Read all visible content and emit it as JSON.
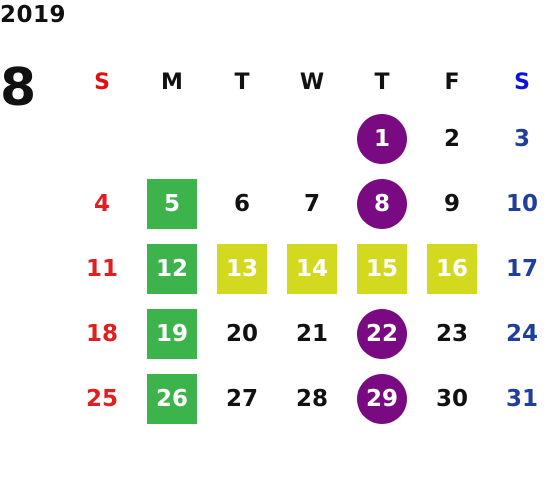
{
  "year": "2019",
  "month": "8",
  "colors": {
    "sunday": "#e02020",
    "saturday": "#1f3f9a",
    "weekday": "#111111",
    "sunday_header": "#e01010",
    "saturday_header": "#1010e0",
    "circle": "#7a0a82",
    "green": "#3cb44b",
    "yellow": "#d2d91f"
  },
  "weekdays": [
    "S",
    "M",
    "T",
    "W",
    "T",
    "F",
    "S"
  ],
  "weeks": [
    [
      {
        "day": ""
      },
      {
        "day": ""
      },
      {
        "day": ""
      },
      {
        "day": ""
      },
      {
        "day": "1",
        "mark": "circle"
      },
      {
        "day": "2"
      },
      {
        "day": "3"
      }
    ],
    [
      {
        "day": "4"
      },
      {
        "day": "5",
        "mark": "green"
      },
      {
        "day": "6"
      },
      {
        "day": "7"
      },
      {
        "day": "8",
        "mark": "circle"
      },
      {
        "day": "9"
      },
      {
        "day": "10"
      }
    ],
    [
      {
        "day": "11"
      },
      {
        "day": "12",
        "mark": "green"
      },
      {
        "day": "13",
        "mark": "yellow"
      },
      {
        "day": "14",
        "mark": "yellow"
      },
      {
        "day": "15",
        "mark": "yellow"
      },
      {
        "day": "16",
        "mark": "yellow"
      },
      {
        "day": "17"
      }
    ],
    [
      {
        "day": "18"
      },
      {
        "day": "19",
        "mark": "green"
      },
      {
        "day": "20"
      },
      {
        "day": "21"
      },
      {
        "day": "22",
        "mark": "circle"
      },
      {
        "day": "23"
      },
      {
        "day": "24"
      }
    ],
    [
      {
        "day": "25"
      },
      {
        "day": "26",
        "mark": "green"
      },
      {
        "day": "27"
      },
      {
        "day": "28"
      },
      {
        "day": "29",
        "mark": "circle"
      },
      {
        "day": "30"
      },
      {
        "day": "31"
      }
    ]
  ]
}
